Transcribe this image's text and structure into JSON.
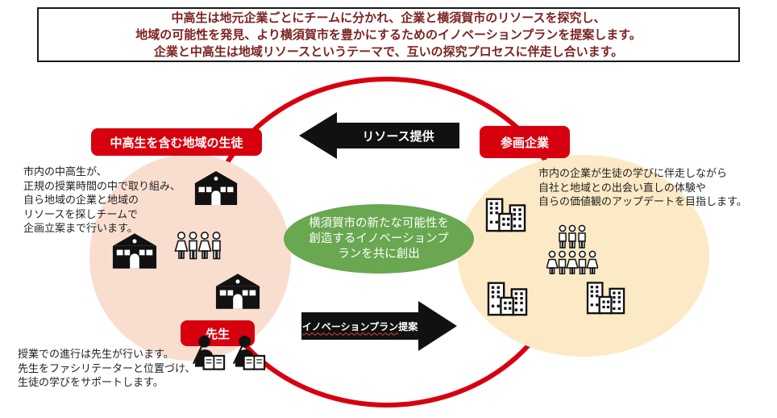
{
  "header": {
    "lines": [
      "中高生は地元企業ごとにチームに分かれ、企業と横須賀市のリソースを探究し、",
      "地域の可能性を発見、より横須賀市を豊かにするためのイノベーションプランを提案します。",
      "企業と中高生は地域リソースというテーマで、互いの探究プロセスに伴走し合います。"
    ]
  },
  "diagram": {
    "students": {
      "label": "中高生を含む地域の生徒",
      "description": [
        "市内の中高生が、",
        "正規の授業時間の中で取り組み、",
        "自ら地域の企業と地域の",
        "リソースを探しチームで",
        "企画立案まで行います。"
      ]
    },
    "companies": {
      "label": "参画企業",
      "description": [
        "市内の企業が生徒の学びに伴走しながら",
        "自社と地域との出会い直しの体験や",
        "自らの価値観のアップデートを目指します。"
      ]
    },
    "teacher": {
      "label": "先生",
      "description": [
        "授業での進行は先生が行います。",
        "先生をファシリテーターと位置づけ、",
        "生徒の学びをサポートします。"
      ]
    },
    "center": {
      "lines": [
        "横須賀市の新たな可能性を",
        "創造するイノベーションプ",
        "ランを共に創出"
      ]
    },
    "arrows": {
      "resource_label": "リソース提供",
      "innovation_label_underlined": "イノベーションプラン",
      "innovation_label_rest": "提案"
    },
    "colors": {
      "accent_red": "#d7000f",
      "center_green": "#69a750",
      "students_circle_pink": "#f9ded0",
      "companies_circle_yellow": "#fbeac5",
      "header_text_red": "#7b2320",
      "arrow_black": "#111111"
    }
  }
}
